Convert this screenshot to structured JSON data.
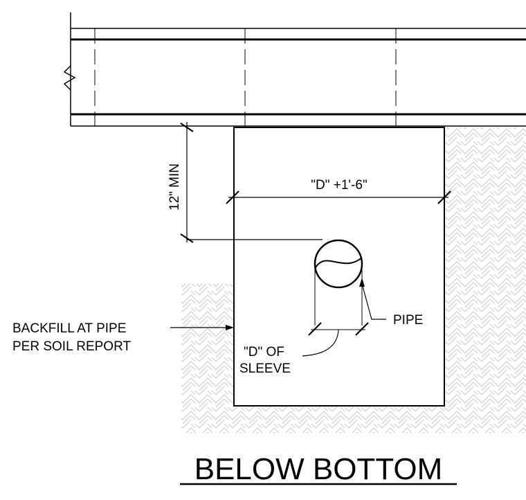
{
  "title": "BELOW BOTTOM",
  "labels": {
    "min_clearance": "12\" MIN",
    "width_dim": "\"D\" +1'-6\"",
    "pipe": "PIPE",
    "sleeve_line1": "\"D\" OF",
    "sleeve_line2": "SLEEVE",
    "backfill_line1": "BACKFILL AT PIPE",
    "backfill_line2": "PER SOIL REPORT"
  },
  "colors": {
    "line": "#000000",
    "hatch": "#c8c8c8",
    "background": "#ffffff"
  }
}
